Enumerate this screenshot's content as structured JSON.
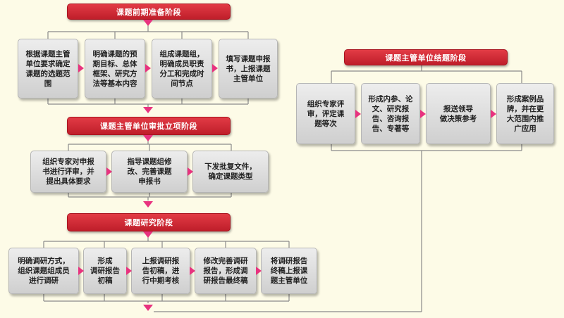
{
  "stages": {
    "prep": "课题前期准备阶段",
    "approval": "课题主管单位审批立项阶段",
    "research": "课题研究阶段",
    "conclusion": "课题主管单位结题阶段"
  },
  "prep_steps": [
    "根据课题主管\n单位要求确定\n课题的选题范\n围",
    "明确课题的预\n期目标、总体\n框架、研究方\n法等基本内容",
    "组成课题组，\n明确成员职责\n分工和完成时\n间节点",
    "填写课题申报\n书，上报课题\n主管单位"
  ],
  "approval_steps": [
    "组织专家对申报\n书进行评审，并\n提出具体要求",
    "指导课题组修\n改、完善课题\n申报书",
    "下发批复文件，\n确定课题类型"
  ],
  "research_steps": [
    "明确调研方式，\n组织课题组成员\n进行调研",
    "形成\n调研报告\n初稿",
    "上报调研报\n告初稿，进\n行中期考核",
    "修改完善调研\n报告，形成调\n研报告最终稿",
    "将调研报告\n终稿上报课\n题主管单位"
  ],
  "conclusion_steps": [
    "组织专家评\n审，评定课\n题等次",
    "形成内参、论\n文、研究报\n告、咨询报\n告、专著等",
    "报送领导\n做决策参考",
    "形成案例品\n牌，并在更\n大范围内推\n广应用"
  ],
  "colors": {
    "stage": "#d42e39",
    "arrow": "#e8337f",
    "box": "#dcdcdc",
    "line": "#8a8a8a",
    "background": "#fdfbe7"
  }
}
